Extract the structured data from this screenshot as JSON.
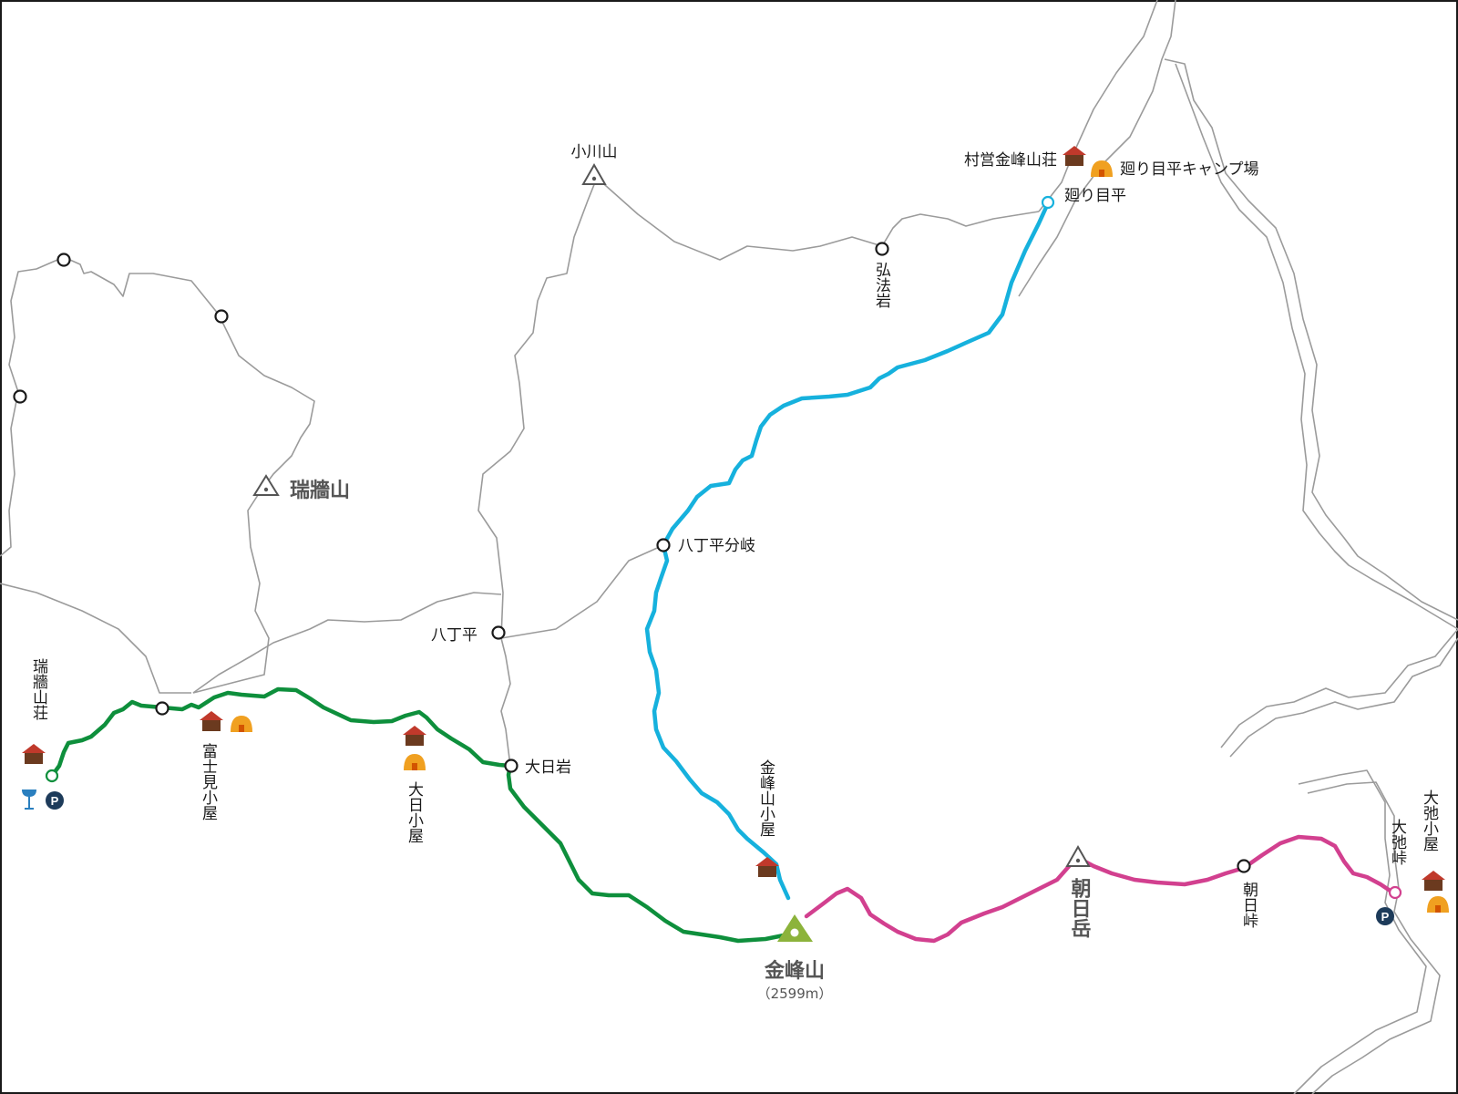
{
  "colors": {
    "trail_green": "#0e8f3c",
    "trail_blue": "#16b1dd",
    "trail_pink": "#d2408f",
    "road_gray": "#9b9b9b",
    "summit_green": "#8cb33b",
    "hut_roof": "#c0392b",
    "hut_body": "#6b3a1f",
    "tent": "#f0a020",
    "parking": "#1d3b5a",
    "toilet": "#2a7fbf"
  },
  "labels": {
    "ogawayama": "小川山",
    "mizugakiyama": "瑞牆山",
    "mizugaki_sanso": "瑞牆山荘",
    "fujimi_goya": "富士見小屋",
    "dainichi_goya": "大日小屋",
    "dainichi_iwa": "大日岩",
    "hacchodaira": "八丁平",
    "hacchodaira_bunki": "八丁平分岐",
    "kinpu_goya": "金峰山小屋",
    "kinpusan": "金峰山",
    "kinpusan_elev": "（2599m）",
    "asahidake": "朝日岳",
    "asahi_toge": "朝日峠",
    "oike_toge": "大弛峠",
    "oike_goya": "大弛小屋",
    "mawarime": "廻り目平",
    "mawarime_camp": "廻り目平キャンプ場",
    "sonei_sanso": "村営金峰山荘",
    "kobo_iwa": "弘法岩"
  },
  "icons": {
    "hut": "hut-icon",
    "tent": "tent-icon",
    "parking": "parking-icon",
    "toilet": "toilet-icon",
    "summit": "summit-triangle-icon",
    "peak": "peak-triangle-icon",
    "waypoint": "waypoint-circle-icon",
    "parking_letter": "P"
  }
}
